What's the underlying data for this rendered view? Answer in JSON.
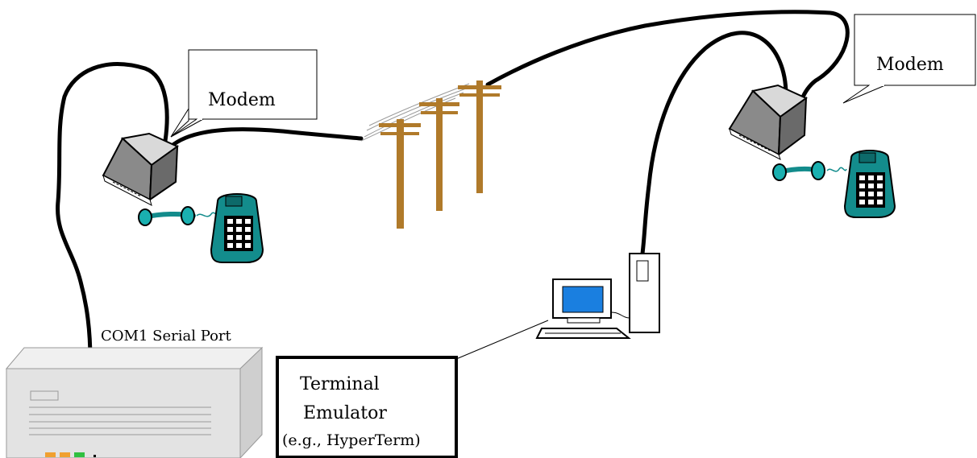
{
  "labels": {
    "modem_left": "Modem",
    "modem_right": "Modem",
    "com_port": "COM1 Serial Port",
    "terminal_line1": "Terminal",
    "terminal_line2": "Emulator",
    "terminal_line3": "(e.g., HyperTerm)"
  },
  "colors": {
    "cable": "#000000",
    "pole": "#b07a2a",
    "phone": "#138c8c",
    "modem_top": "#d9d9d9",
    "modem_side": "#8a8a8a",
    "screen": "#1a7fe0",
    "server": "#e3e3e3",
    "led_orange": "#f0a030",
    "led_green": "#30c040"
  }
}
